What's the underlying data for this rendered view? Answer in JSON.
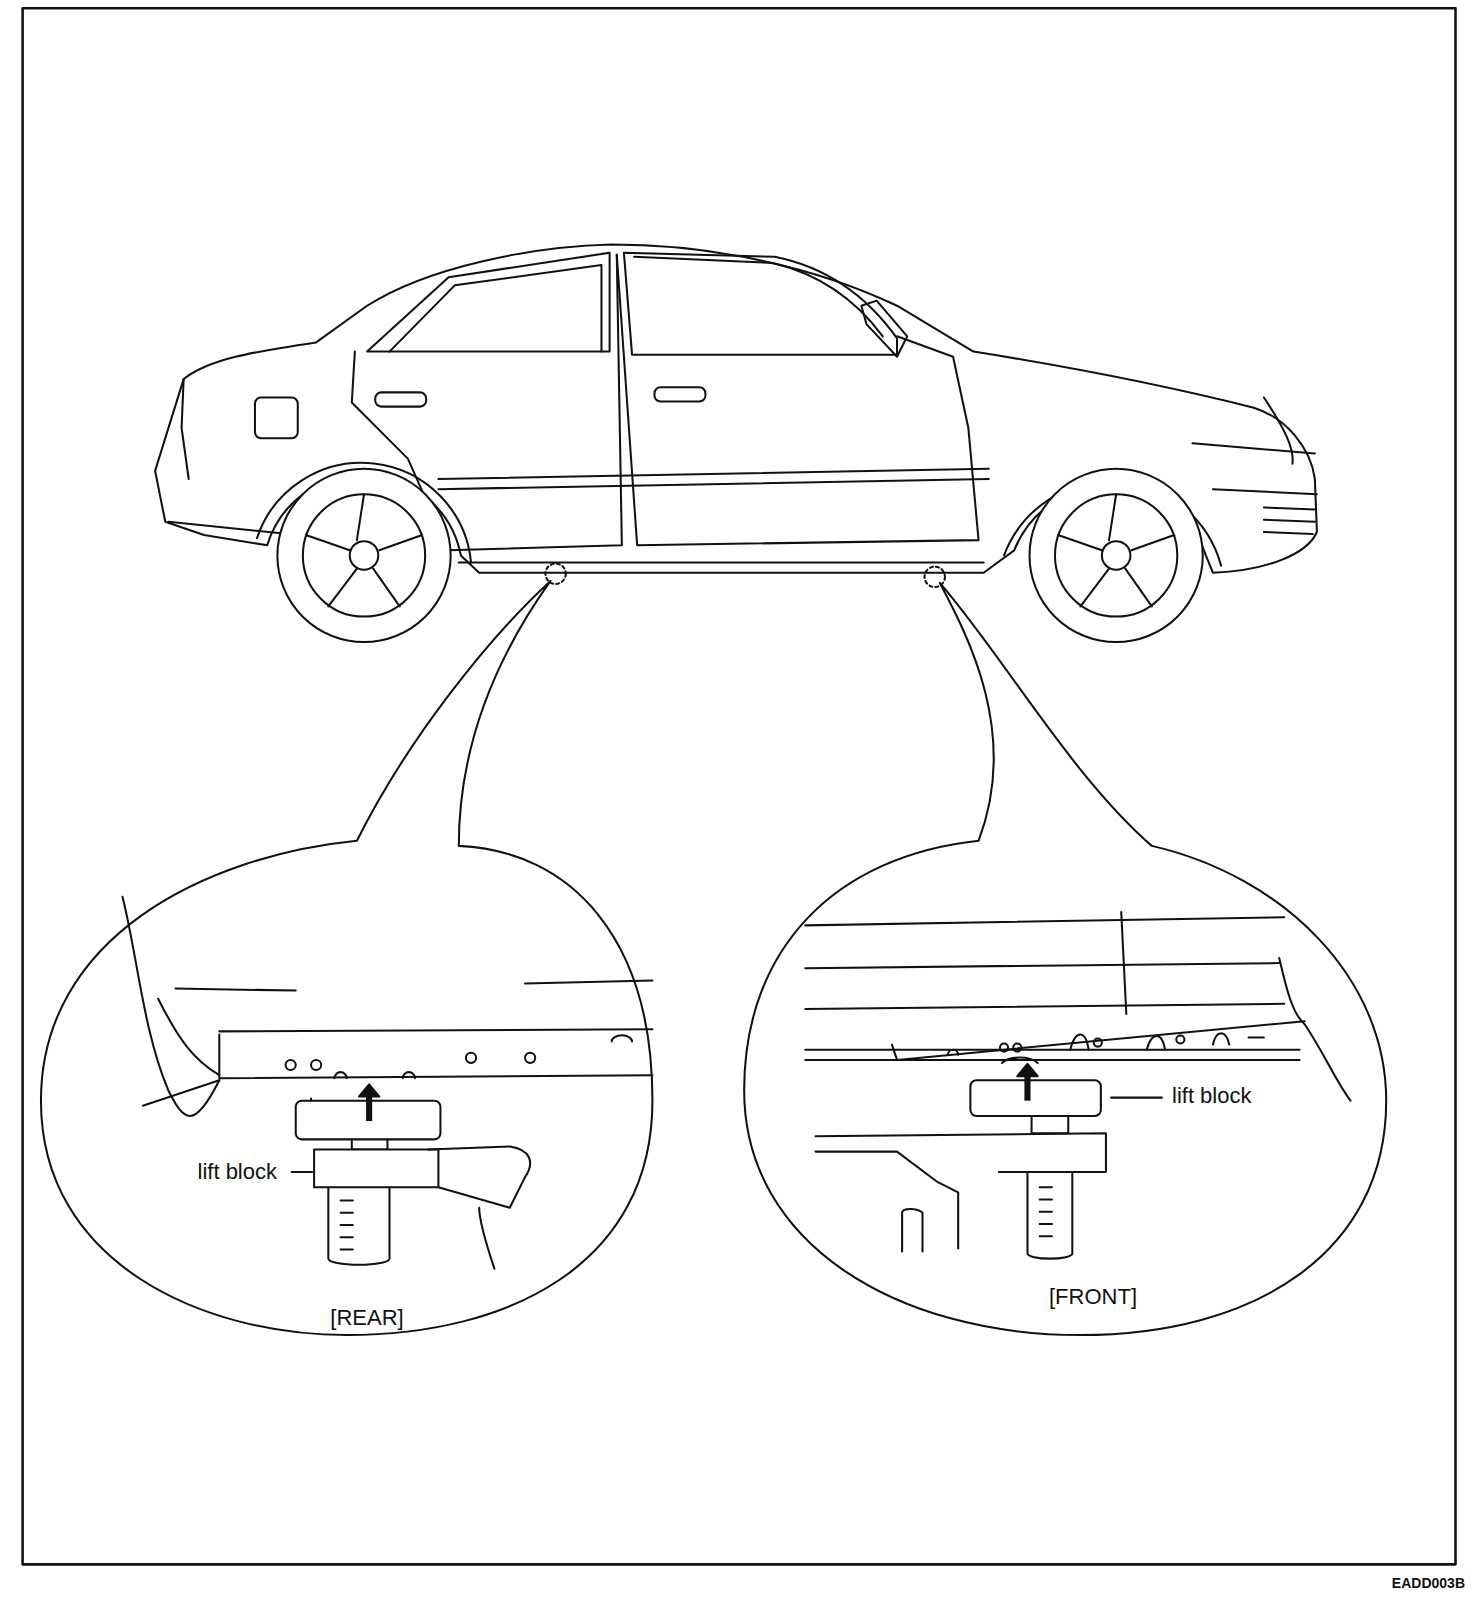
{
  "diagram": {
    "labels": [
      "lift block",
      "[REAR]",
      "lift block",
      "[FRONT]",
      "EADD003B"
    ]
  }
}
